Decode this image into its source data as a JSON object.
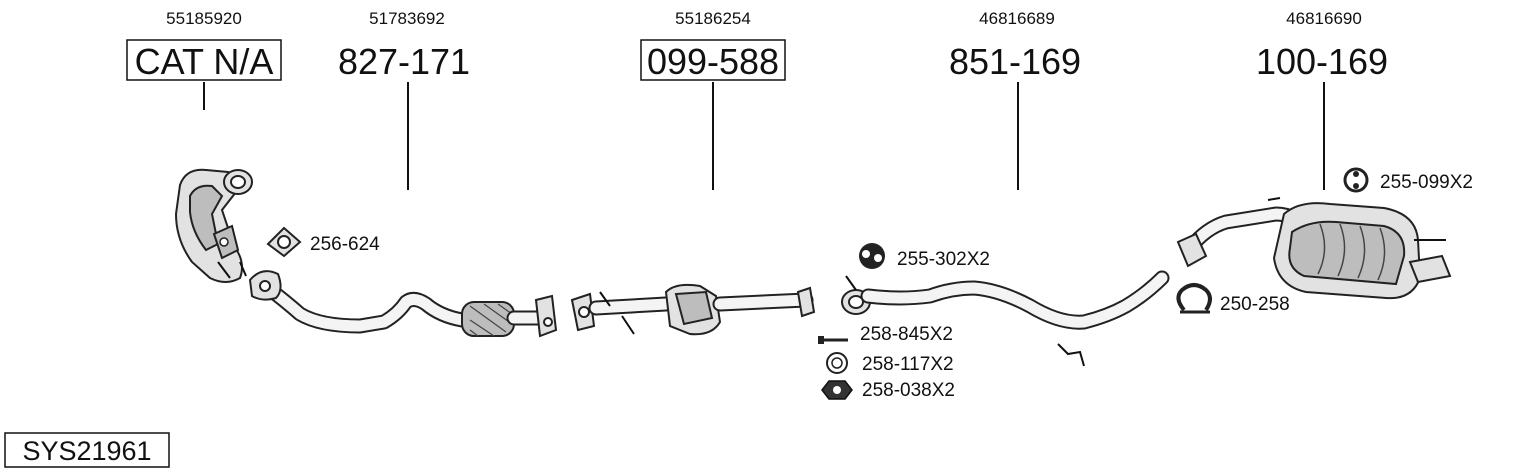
{
  "diagram": {
    "system_code": "SYS21961",
    "components": [
      {
        "oem_number": "55185920",
        "part_number": "CAT N/A",
        "boxed": true
      },
      {
        "oem_number": "51783692",
        "part_number": "827-171",
        "boxed": false
      },
      {
        "oem_number": "55186254",
        "part_number": "099-588",
        "boxed": true
      },
      {
        "oem_number": "46816689",
        "part_number": "851-169",
        "boxed": false
      },
      {
        "oem_number": "46816690",
        "part_number": "100-169",
        "boxed": false
      }
    ],
    "accessories": [
      {
        "label": "256-624",
        "icon": "gasket-icon"
      },
      {
        "label": "255-302X2",
        "icon": "rubber-hanger-icon"
      },
      {
        "label": "258-845X2",
        "icon": "bolt-icon"
      },
      {
        "label": "258-117X2",
        "icon": "washer-icon"
      },
      {
        "label": "258-038X2",
        "icon": "nut-icon"
      },
      {
        "label": "255-099X2",
        "icon": "rubber-mount-icon"
      },
      {
        "label": "250-258",
        "icon": "clamp-icon"
      }
    ]
  }
}
